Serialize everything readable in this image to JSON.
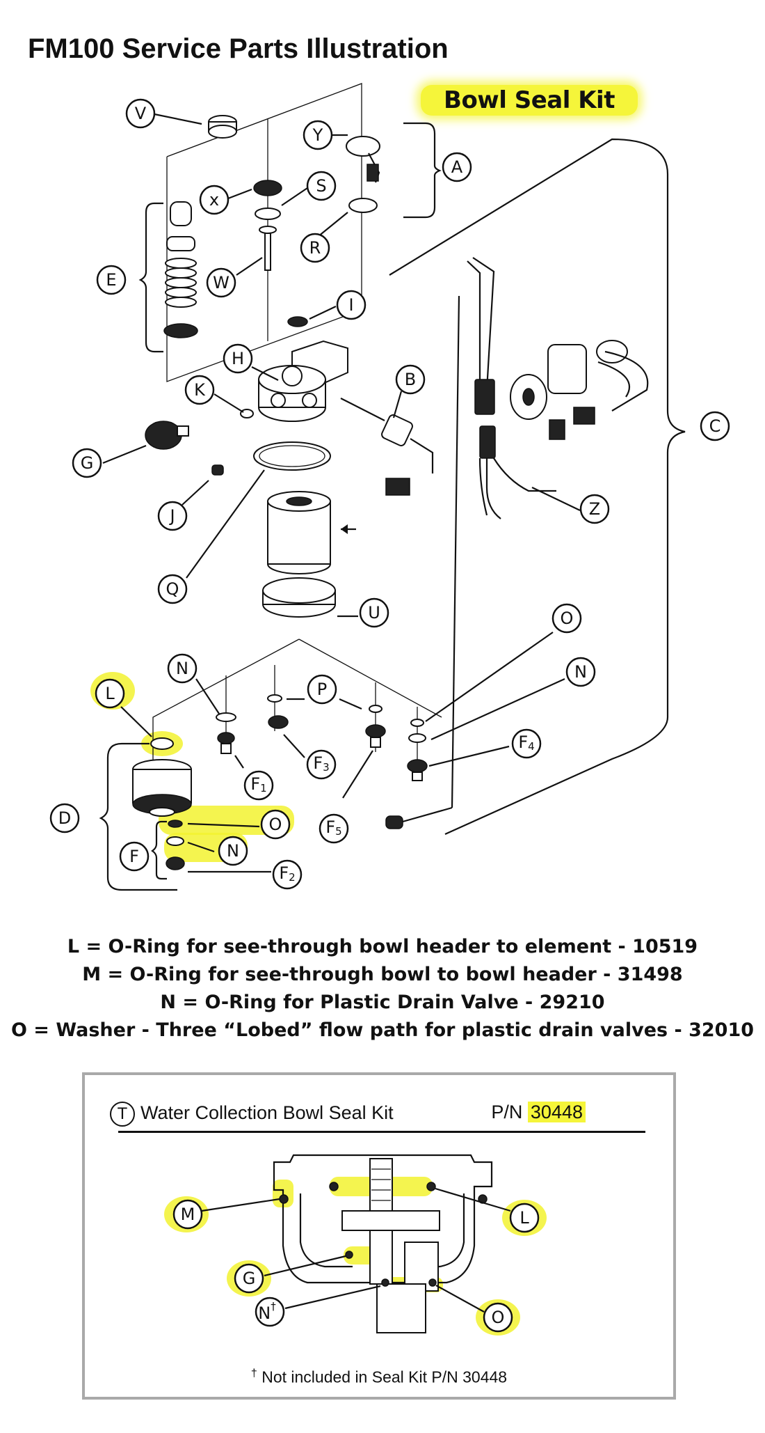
{
  "title": "FM100 Service Parts Illustration",
  "highlight_banner": "Bowl Seal Kit",
  "callouts": {
    "V": "V",
    "Y": "Y",
    "A": "A",
    "X": "x",
    "S": "S",
    "E": "E",
    "R": "R",
    "W": "W",
    "I": "I",
    "H": "H",
    "B": "B",
    "K": "K",
    "C": "C",
    "G": "G",
    "J": "J",
    "Z": "Z",
    "Q": "Q",
    "U": "U",
    "O": "O",
    "N": "N",
    "P": "P",
    "L": "L",
    "D": "D",
    "F": "F",
    "F1": "F",
    "F1_sub": "1",
    "F2": "F",
    "F2_sub": "2",
    "F3": "F",
    "F3_sub": "3",
    "F4": "F",
    "F4_sub": "4",
    "F5": "F",
    "F5_sub": "5"
  },
  "legend": [
    "L = O-Ring for see-through bowl header to element - 10519",
    "M = O-Ring for see-through bowl to bowl header - 31498",
    "N = O-Ring for Plastic Drain Valve - 29210",
    "O = Washer - Three “Lobed” flow path for plastic drain valves - 32010"
  ],
  "kit": {
    "letter": "T",
    "title": "Water Collection Bowl Seal Kit",
    "pn_label": "P/N",
    "pn_number": "30448",
    "callouts": {
      "M": "M",
      "L": "L",
      "G": "G",
      "N": "N",
      "N_dagger": "†",
      "O": "O"
    },
    "footnote_mark": "†",
    "footnote": "Not included in Seal Kit P/N 30448"
  },
  "colors": {
    "highlight": "#f5f53a",
    "frame": "#a9a9a9",
    "ink": "#111111"
  }
}
